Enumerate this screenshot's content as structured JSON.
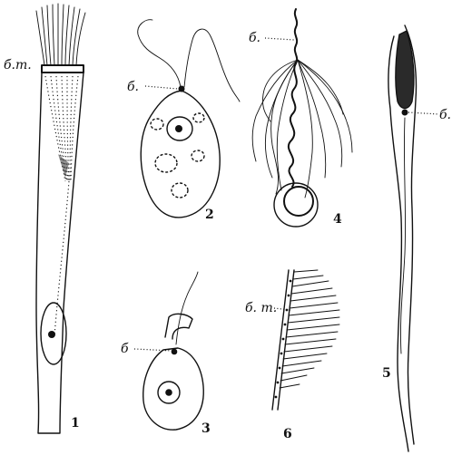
{
  "labels": {
    "cell1_structure": "б.т.",
    "cell2_body": "б.",
    "cell3_body": "б",
    "cell4_body": "б.",
    "cell5_body": "б.",
    "cell6_structure": "б. т."
  },
  "figure_numbers": [
    "1",
    "2",
    "3",
    "4",
    "5",
    "6"
  ],
  "colors": {
    "ink": "#111111",
    "paper": "#ffffff"
  }
}
